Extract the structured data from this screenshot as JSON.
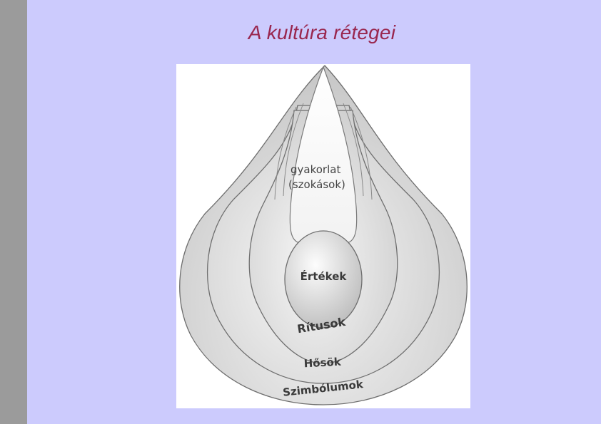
{
  "title": "A kultúra rétegei",
  "diagram": {
    "practice_label_line1": "gyakorlat",
    "practice_label_line2": "(szokások)",
    "layers": {
      "core": "Értékek",
      "second": "Rítusok",
      "third": "Hősök",
      "outer": "Szimbólumok"
    }
  },
  "colors": {
    "background": "#cccbfd",
    "sidebar": "#9b9b9b",
    "title": "#99264e"
  }
}
